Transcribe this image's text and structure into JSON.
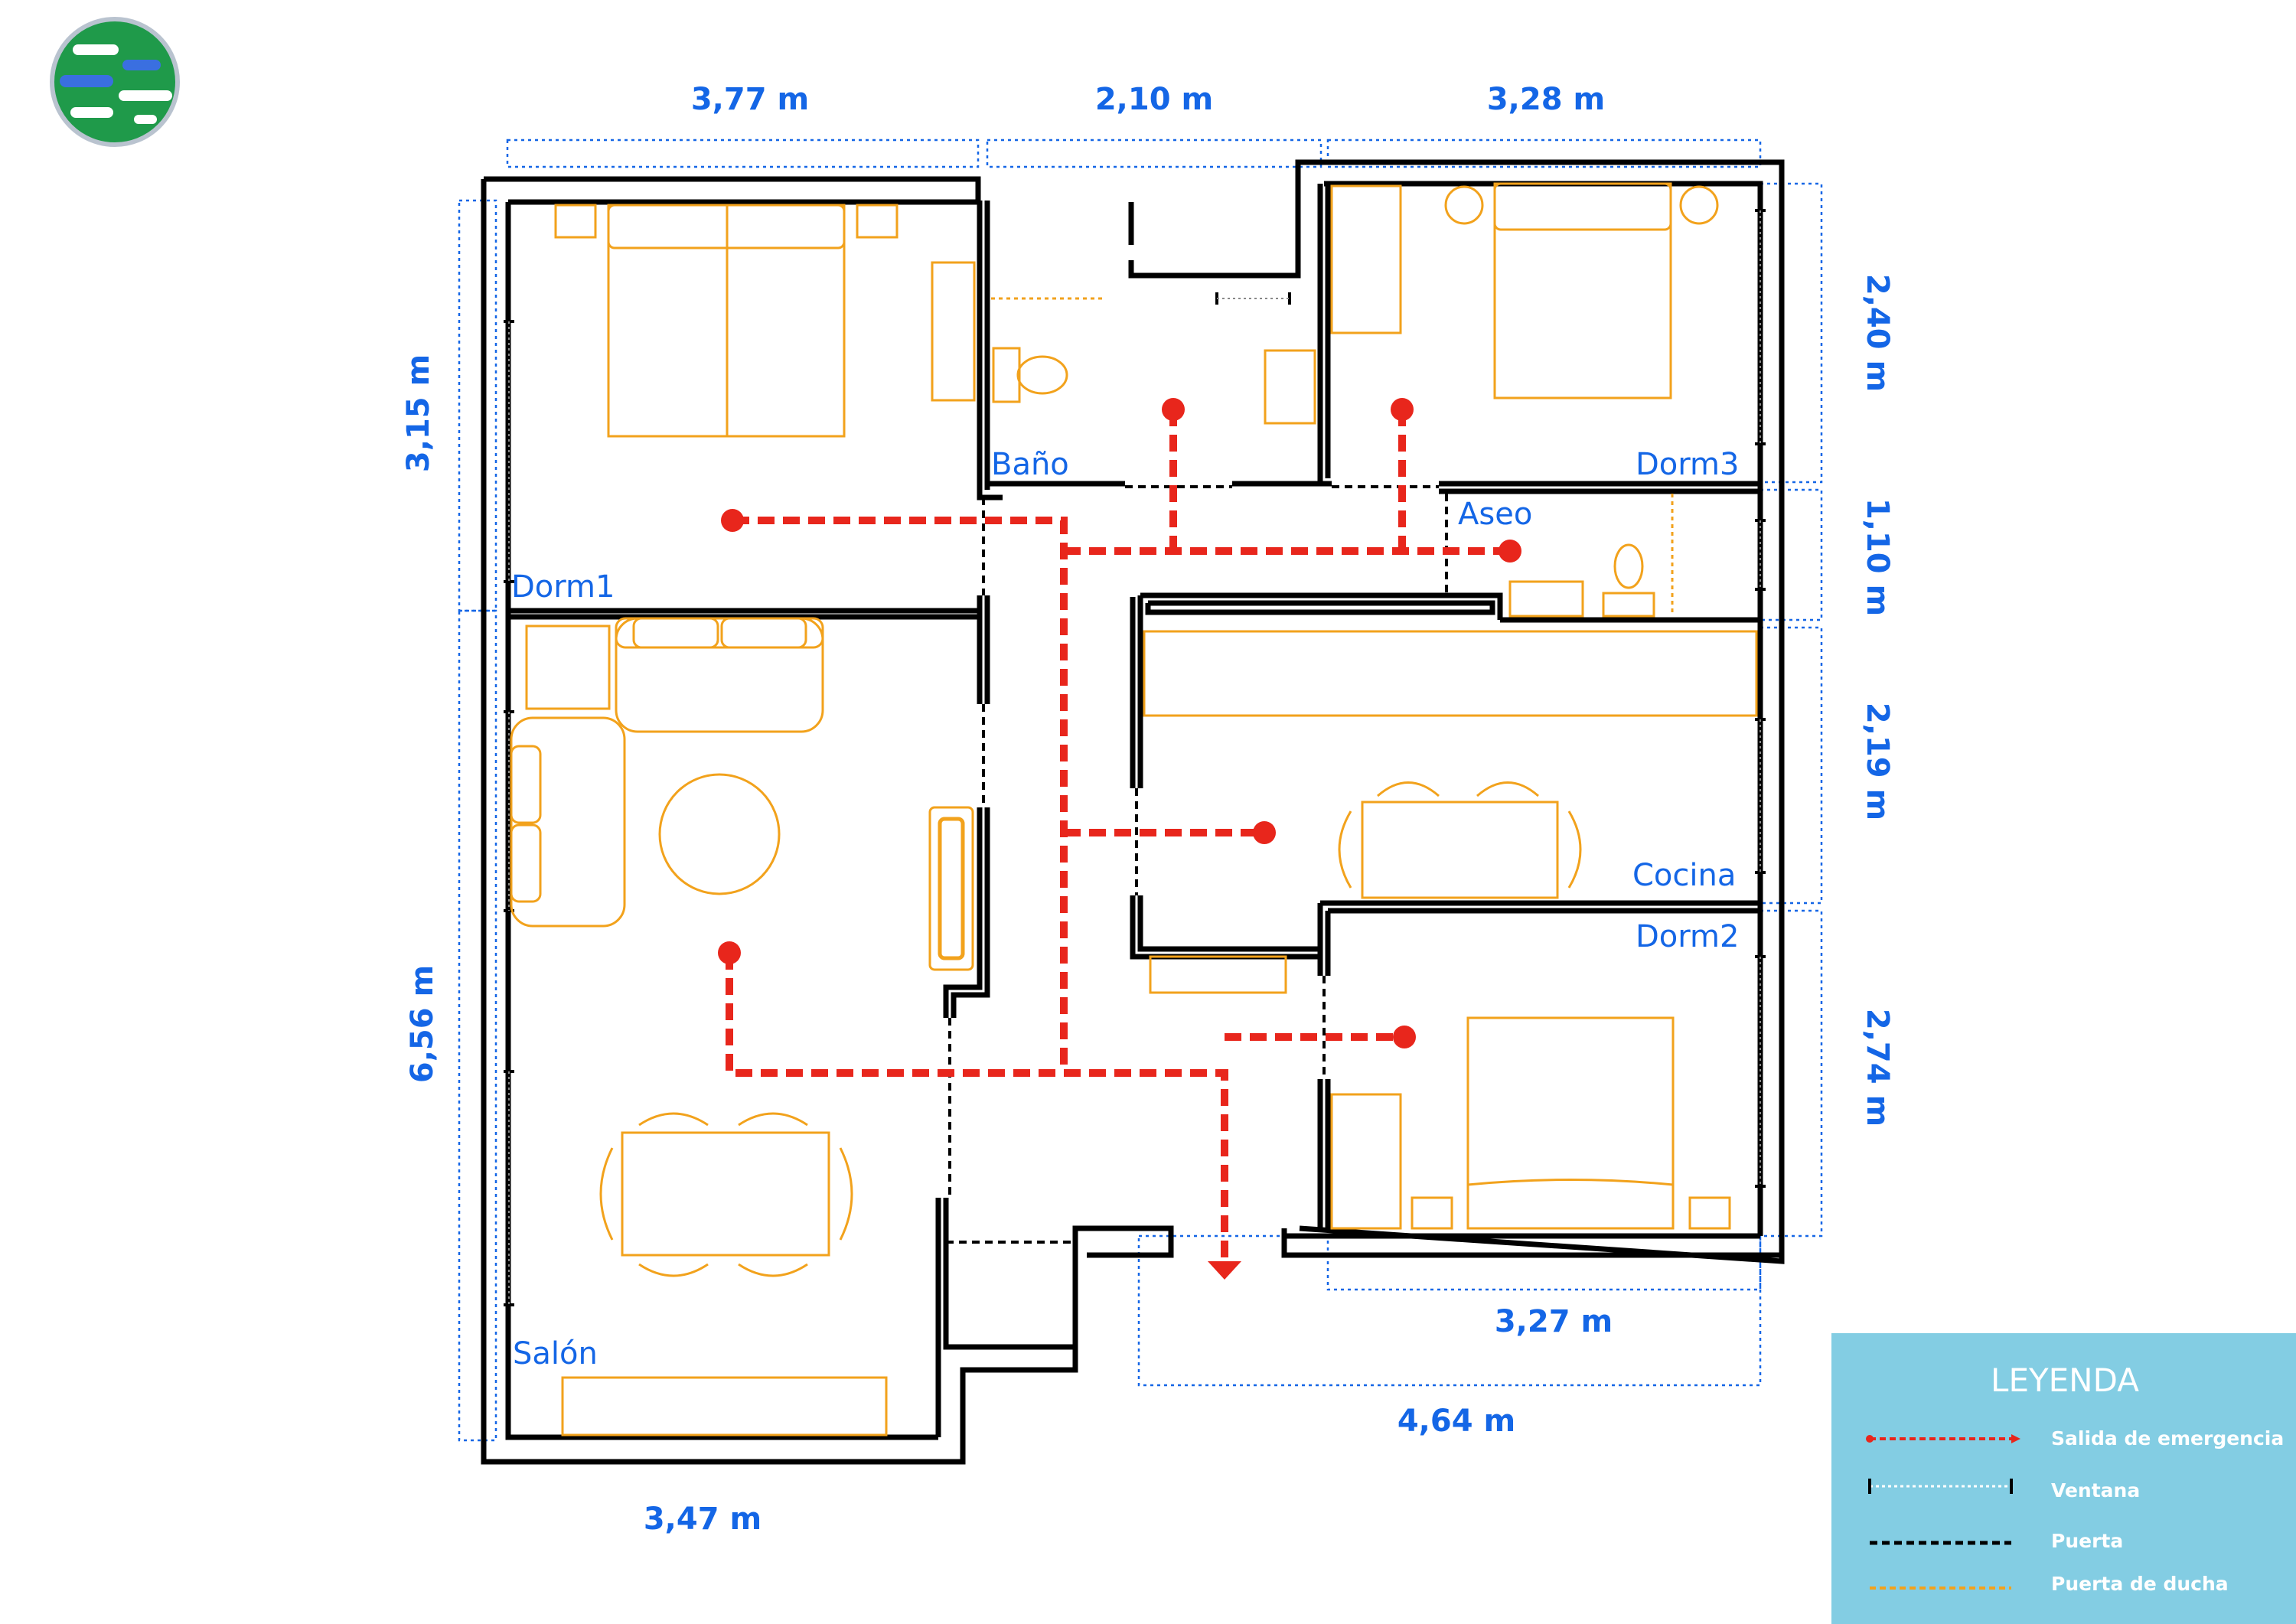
{
  "colors": {
    "wall": "#000000",
    "furniture": "#f2a21c",
    "dimension": "#1466e6",
    "exit_route": "#e8261c",
    "legend_bg": "#83cde3",
    "door": "#000000",
    "window": "#ffffff"
  },
  "rooms": {
    "dorm1": "Dorm1",
    "bano": "Baño",
    "dorm3": "Dorm3",
    "aseo": "Aseo",
    "cocina": "Cocina",
    "dorm2": "Dorm2",
    "salon": "Salón"
  },
  "dimensions": {
    "top_left": "3,77 m",
    "top_middle": "2,10 m",
    "top_right": "3,28 m",
    "left_upper": "3,15 m",
    "left_lower": "6,56 m",
    "right_dorm3": "2,40 m",
    "right_aseo": "1,10 m",
    "right_cocina": "2,19 m",
    "right_dorm2": "2,74 m",
    "bottom_dorm2": "3,27 m",
    "bottom_middle": "4,64 m",
    "bottom_left": "3,47 m"
  },
  "legend": {
    "title": "LEYENDA",
    "items": [
      {
        "label": "Salida de emergencia",
        "icon": "emergency-exit-line-icon"
      },
      {
        "label": "Ventana",
        "icon": "window-line-icon"
      },
      {
        "label": "Puerta",
        "icon": "door-line-icon"
      },
      {
        "label": "Puerta de ducha",
        "icon": "shower-door-line-icon"
      }
    ]
  },
  "logo": {
    "icon": "globe-logo-icon"
  }
}
